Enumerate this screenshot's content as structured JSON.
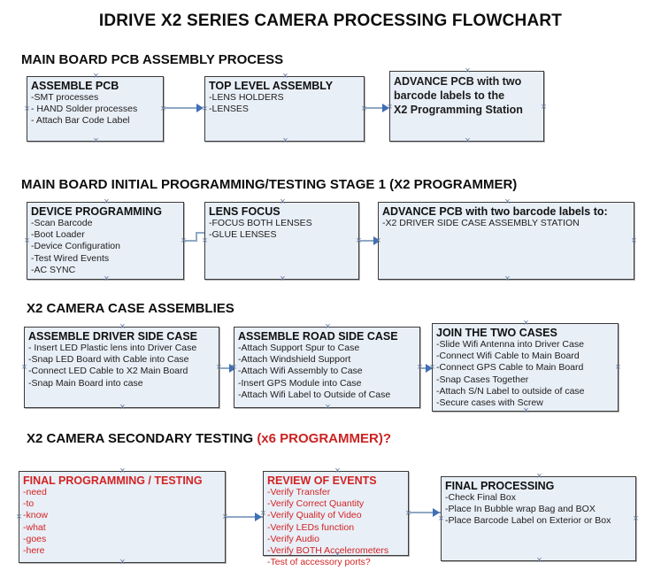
{
  "document": {
    "title": "IDRIVE X2  SERIES CAMERA PROCESSING FLOWCHART"
  },
  "sections": [
    {
      "id": "main-board-pcb-assembly",
      "heading": "MAIN BOARD PCB ASSEMBLY PROCESS",
      "heading_accent": "",
      "boxes": [
        {
          "title": "ASSEMBLE PCB",
          "lines": [
            "-SMT processes",
            "- HAND Solder processes",
            "- Attach Bar Code Label"
          ],
          "color": "black",
          "bold_body": false
        },
        {
          "title": "TOP LEVEL ASSEMBLY",
          "lines": [
            "-LENS HOLDERS",
            "-LENSES"
          ],
          "color": "black",
          "bold_body": false
        },
        {
          "title": "ADVANCE PCB with two",
          "lines": [
            "barcode labels to the",
            " X2 Programming Station"
          ],
          "color": "black",
          "bold_body": true
        }
      ]
    },
    {
      "id": "main-board-initial-programming",
      "heading": "MAIN BOARD INITIAL PROGRAMMING/TESTING STAGE 1 (X2 PROGRAMMER)",
      "heading_accent": "",
      "boxes": [
        {
          "title": "DEVICE PROGRAMMING",
          "lines": [
            "-Scan Barcode",
            "-Boot Loader",
            "-Device Configuration",
            "-Test Wired Events",
            "-AC SYNC"
          ],
          "color": "black",
          "bold_body": false
        },
        {
          "title": "LENS FOCUS",
          "lines": [
            "-FOCUS BOTH LENSES",
            "-GLUE LENSES"
          ],
          "color": "black",
          "bold_body": false
        },
        {
          "title": "ADVANCE PCB with two barcode labels to:",
          "lines": [
            "-X2 DRIVER  SIDE  CASE  ASSEMBLY STATION"
          ],
          "color": "black",
          "bold_body": false
        }
      ]
    },
    {
      "id": "x2-camera-case-assemblies",
      "heading": "X2 CAMERA CASE ASSEMBLIES",
      "heading_accent": "",
      "boxes": [
        {
          "title": "ASSEMBLE DRIVER SIDE CASE",
          "lines": [
            "- Insert LED Plastic lens into Driver Case",
            "-Snap LED Board with Cable into Case",
            "-Connect LED Cable to X2 Main Board",
            "-Snap Main Board into case"
          ],
          "color": "black",
          "bold_body": false
        },
        {
          "title": "ASSEMBLE ROAD SIDE CASE",
          "lines": [
            "-Attach Support Spur to Case",
            "-Attach Windshield Support",
            "-Attach Wifi Assembly to Case",
            "-Insert GPS Module into Case",
            "-Attach Wifi Label to Outside of Case"
          ],
          "color": "black",
          "bold_body": false
        },
        {
          "title": "JOIN THE TWO CASES",
          "lines": [
            "-Slide Wifi Antenna into Driver Case",
            "-Connect Wifi Cable to Main Board",
            "-Connect GPS Cable to Main Board",
            "-Snap Cases Together",
            "-Attach S/N Label to outside of case",
            "-Secure cases with Screw"
          ],
          "color": "black",
          "bold_body": false
        }
      ]
    },
    {
      "id": "x2-camera-secondary-testing",
      "heading": "X2 CAMERA SECONDARY TESTING ",
      "heading_accent": "(x6 PROGRAMMER)?",
      "boxes": [
        {
          "title": "FINAL PROGRAMMING / TESTING",
          "lines": [
            "-need",
            "-to",
            "-know",
            "-what",
            "-goes",
            "-here"
          ],
          "color": "red",
          "bold_body": false
        },
        {
          "title": "REVIEW OF EVENTS",
          "lines": [
            "-Verify Transfer",
            "-Verify Correct Quantity",
            "-Verify Quality of Video",
            "-Verify LEDs function",
            "-Verify Audio",
            "-Verify BOTH Accelerometers",
            "-Test of accessory ports?"
          ],
          "color": "red",
          "bold_body": false
        },
        {
          "title": "FINAL PROCESSING",
          "lines": [
            " -Check Final Box",
            "-Place In Bubble wrap Bag and BOX",
            "-Place Barcode Label on Exterior or Box"
          ],
          "color": "black",
          "bold_body": false
        }
      ]
    }
  ],
  "colors": {
    "box_fill": "#e9eff7",
    "box_border": "#3a3a3a",
    "connector": "#8fa8c4",
    "arrowhead": "#3f6fb5",
    "accent_red": "#cc2222",
    "text": "#1a1a1a"
  }
}
